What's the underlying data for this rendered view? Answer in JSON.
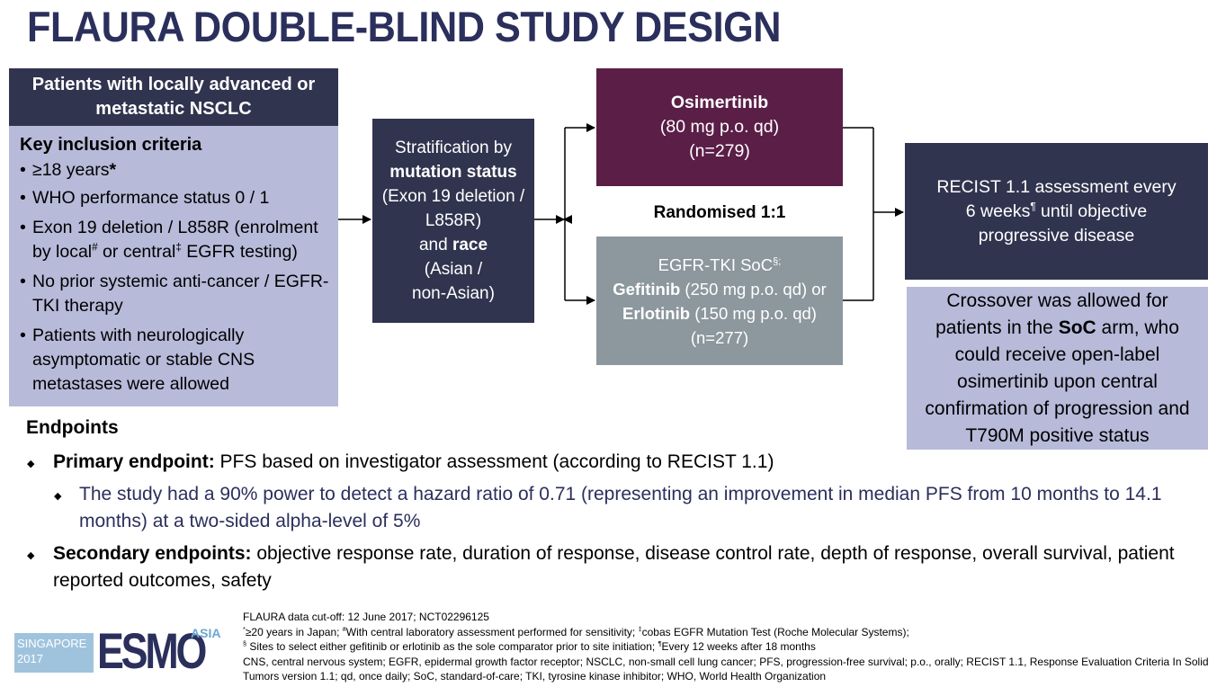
{
  "title": "FLAURA DOUBLE-BLIND STUDY DESIGN",
  "patients": {
    "header": "Patients with locally advanced or metastatic NSCLC",
    "criteria_title": "Key inclusion criteria",
    "criteria": [
      {
        "text": "≥18 years",
        "sup": "*",
        "bold_sup": true
      },
      {
        "text": "WHO performance status 0 / 1"
      },
      {
        "text_a": "Exon 19 deletion / L858R (enrolment by local",
        "sup_a": "#",
        "text_b": " or central",
        "sup_b": "‡",
        "text_c": " EGFR testing)"
      },
      {
        "text": "No prior systemic anti-cancer / EGFR-TKI therapy"
      },
      {
        "text": "Patients with neurologically asymptomatic or stable CNS metastases were allowed"
      }
    ]
  },
  "stratification": {
    "line1": "Stratification by",
    "line2": "mutation status",
    "line3": "(Exon 19 deletion /",
    "line4": "L858R)",
    "line5a": "and ",
    "line5b": "race",
    "line6": "(Asian /",
    "line7": "non-Asian)"
  },
  "randomised": "Randomised 1:1",
  "osimertinib": {
    "name": "Osimertinib",
    "dose": "(80 mg p.o. qd)",
    "n": "(n=279)"
  },
  "soc": {
    "line1": "EGFR-TKI SoC",
    "line1_sup": "§;",
    "gefitinib": "Gefitinib",
    "gefitinib_dose": " (250 mg p.o. qd) or",
    "erlotinib": "Erlotinib",
    "erlotinib_dose": " (150 mg p.o. qd)",
    "n": "(n=277)"
  },
  "recist": {
    "line1": "RECIST 1.1 assessment every",
    "line2a": "6 weeks",
    "line2_sup": "¶",
    "line2b": " until objective",
    "line3": "progressive disease"
  },
  "crossover": {
    "line1": "Crossover was allowed for",
    "line2a": "patients in the ",
    "line2b": "SoC",
    "line2c": " arm, who",
    "line3": "could receive open-label",
    "line4": "osimertinib upon central",
    "line5": "confirmation of progression and",
    "line6": "T790M positive status"
  },
  "endpoints": {
    "heading": "Endpoints",
    "primary_label": "Primary endpoint:",
    "primary_text": " PFS based on investigator assessment (according to RECIST 1.1)",
    "sub_text": "The study had a 90% power to detect a hazard ratio of 0.71 (representing an improvement in median PFS from 10 months to 14.1 months) at a two-sided alpha-level of 5%",
    "secondary_label": "Secondary endpoints:",
    "secondary_text": " objective response rate, duration of response, disease control rate, depth of response, overall survival, patient reported outcomes, safety"
  },
  "footnotes": {
    "line1": "FLAURA data cut-off: 12 June 2017; NCT02296125",
    "line2_sup1": "*",
    "line2a": "≥20 years in Japan; ",
    "line2_sup2": "#",
    "line2b": "With central laboratory assessment performed for sensitivity; ",
    "line2_sup3": "‡",
    "line2c": "cobas EGFR Mutation Test (Roche Molecular Systems);",
    "line3_sup1": "§",
    "line3a": " Sites to select either gefitinib or erlotinib as the sole comparator prior to site initiation; ",
    "line3_sup2": "¶",
    "line3b": "Every 12 weeks after 18 months",
    "line4": "CNS, central nervous system; EGFR, epidermal growth factor receptor; NSCLC, non-small cell lung cancer; PFS, progression-free survival; p.o., orally; RECIST 1.1, Response Evaluation Criteria In Solid",
    "line5": "Tumors version 1.1; qd, once daily; SoC, standard-of-care; TKI, tyrosine kinase inhibitor; WHO, World Health Organization"
  },
  "logo": {
    "city": "SINGAPORE",
    "year": "2017",
    "brand": "ESMO",
    "region": "ASIA"
  },
  "colors": {
    "navy": "#30344f",
    "lavender": "#b7bad9",
    "plum": "#5a1e47",
    "gray": "#8c979e",
    "title": "#2b2f5c"
  }
}
